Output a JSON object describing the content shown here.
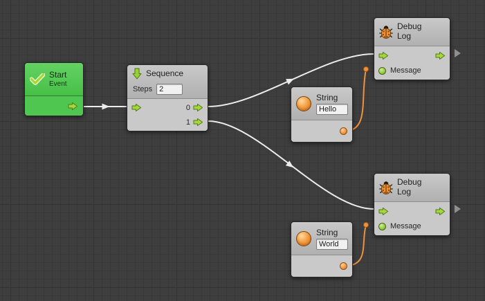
{
  "canvas": {
    "background": "#3e3e3e"
  },
  "colors": {
    "start_green": "#4fc64f",
    "node_gray": "#c2c2c2",
    "port_green": "#a6d63e",
    "value_orange": "#f0913c",
    "wire_white": "#ececec",
    "wire_orange": "#ef9140"
  },
  "nodes": {
    "start": {
      "title": "Start",
      "subtitle": "Event"
    },
    "sequence": {
      "title": "Sequence",
      "steps_label": "Steps",
      "steps_value": "2",
      "outputs": [
        "0",
        "1"
      ]
    },
    "string_hello": {
      "title": "String",
      "value": "Hello"
    },
    "string_world": {
      "title": "String",
      "value": "World"
    },
    "debug_top": {
      "title": "Debug",
      "subtitle": "Log",
      "message_label": "Message"
    },
    "debug_bottom": {
      "title": "Debug",
      "subtitle": "Log",
      "message_label": "Message"
    }
  }
}
